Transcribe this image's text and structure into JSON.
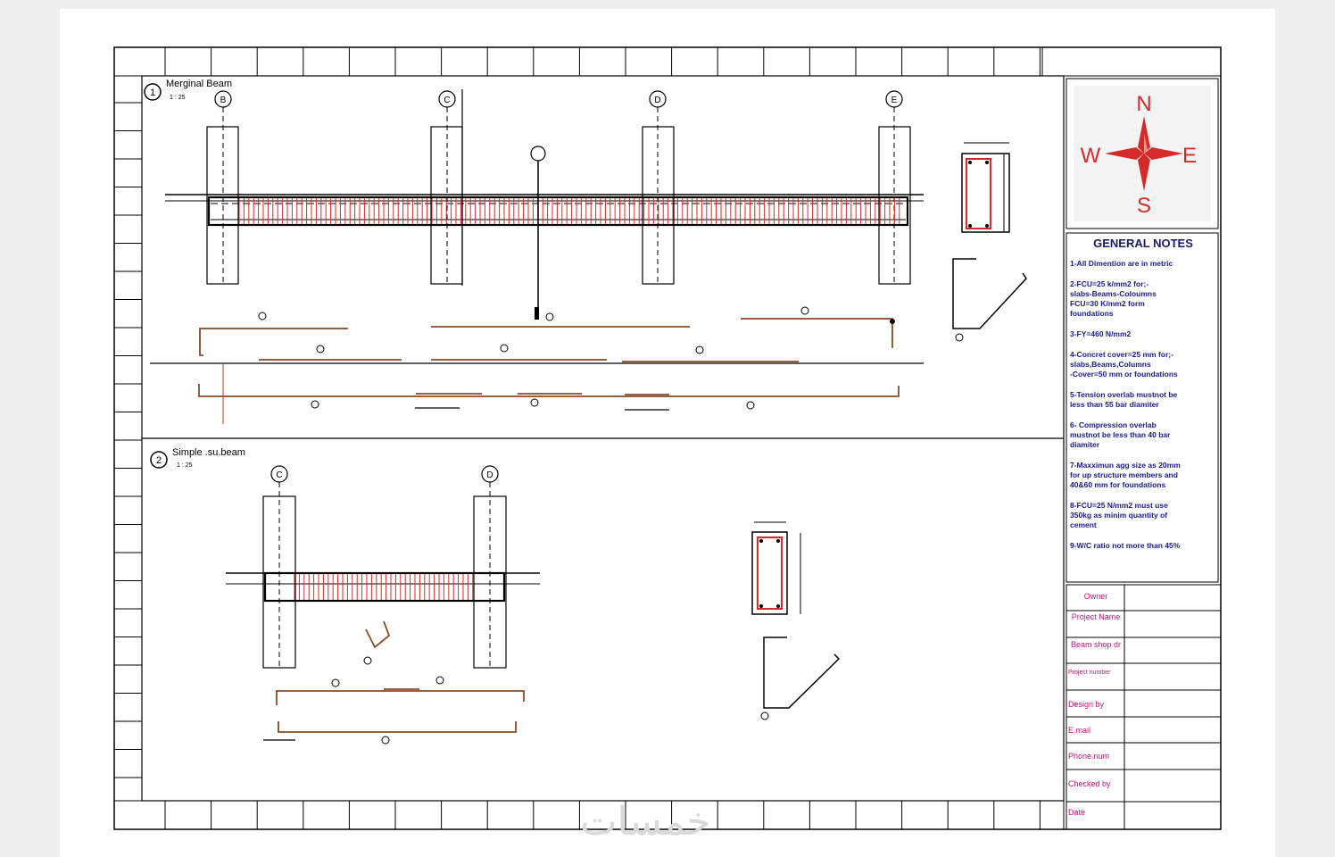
{
  "views": [
    {
      "number": "1",
      "title": "Merginal Beam",
      "scale": "1 : 25"
    },
    {
      "number": "2",
      "title": "Simple .su.beam",
      "scale": "1 : 25"
    }
  ],
  "grid_axes_view1": [
    "B",
    "C",
    "D",
    "E"
  ],
  "grid_axes_view2": [
    "C",
    "D"
  ],
  "compass": {
    "north": "N",
    "south": "S",
    "east": "E",
    "west": "W",
    "color": "#d42a2a"
  },
  "general_notes": {
    "title": "GENERAL NOTES",
    "items": [
      "1-All Dimention are in metric",
      "2-FCU=25 k/mm2 for;-\n slabs-Beams-Coloumns\nFCU=30 K/mm2 form\nfoundations",
      "3-FY=460 N/mm2",
      "4-Concret cover=25 mm for;-\nslabs,Beams,Columns\n-Cover=50 mm or foundations",
      "5-Tension overlab mustnot be\nless than 55 bar diamiter",
      "6- Compression overlab\nmustnot be less than 40 bar\ndiamiter",
      "7-Maxximun agg size as 20mm\nfor up structure members and\n40&60 mm for foundations",
      "8-FCU=25 N/mm2 must use\n350kg as minim quantity of\ncement",
      "9-W/C ratio not more than 45%"
    ]
  },
  "title_block": {
    "labels": [
      "Owner",
      "Project Name",
      "Beam shop dr",
      "Project number",
      "Design by",
      "E.mail",
      "Phone.num",
      "Checked by",
      "Date"
    ]
  },
  "colors": {
    "stirrup": "#d42a2a",
    "rebar": "#8b4a2b",
    "text": "#1a1a8a",
    "label": "#c0147a"
  },
  "watermark": "خمسات"
}
